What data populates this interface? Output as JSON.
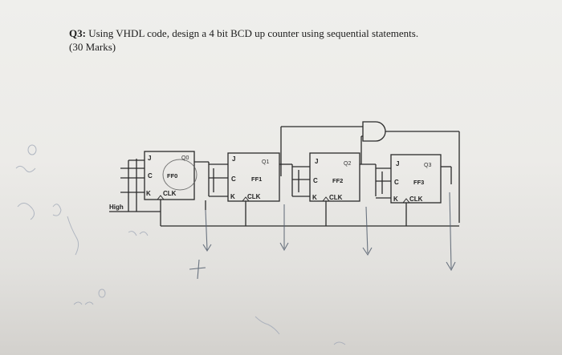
{
  "question": {
    "number": "Q3:",
    "text": " Using VHDL code, design a 4 bit BCD up counter using sequential statements.",
    "marks": "(30 Marks)"
  },
  "diagram": {
    "high_label": "High",
    "flip_flops": [
      {
        "name": "FF0",
        "output": "Q0",
        "pins": {
          "j": "J",
          "c": "C",
          "k": "K",
          "clk": "CLK"
        }
      },
      {
        "name": "FF1",
        "output": "Q1",
        "pins": {
          "j": "J",
          "c": "C",
          "k": "K",
          "clk": "CLK"
        }
      },
      {
        "name": "FF2",
        "output": "Q2",
        "pins": {
          "j": "J",
          "c": "C",
          "k": "K",
          "clk": "CLK"
        }
      },
      {
        "name": "FF3",
        "output": "Q3",
        "pins": {
          "j": "J",
          "c": "C",
          "k": "K",
          "clk": "CLK"
        }
      }
    ]
  },
  "colors": {
    "ink": "#222222",
    "pencil": "#7b8496",
    "paper": "#ecebe8"
  }
}
